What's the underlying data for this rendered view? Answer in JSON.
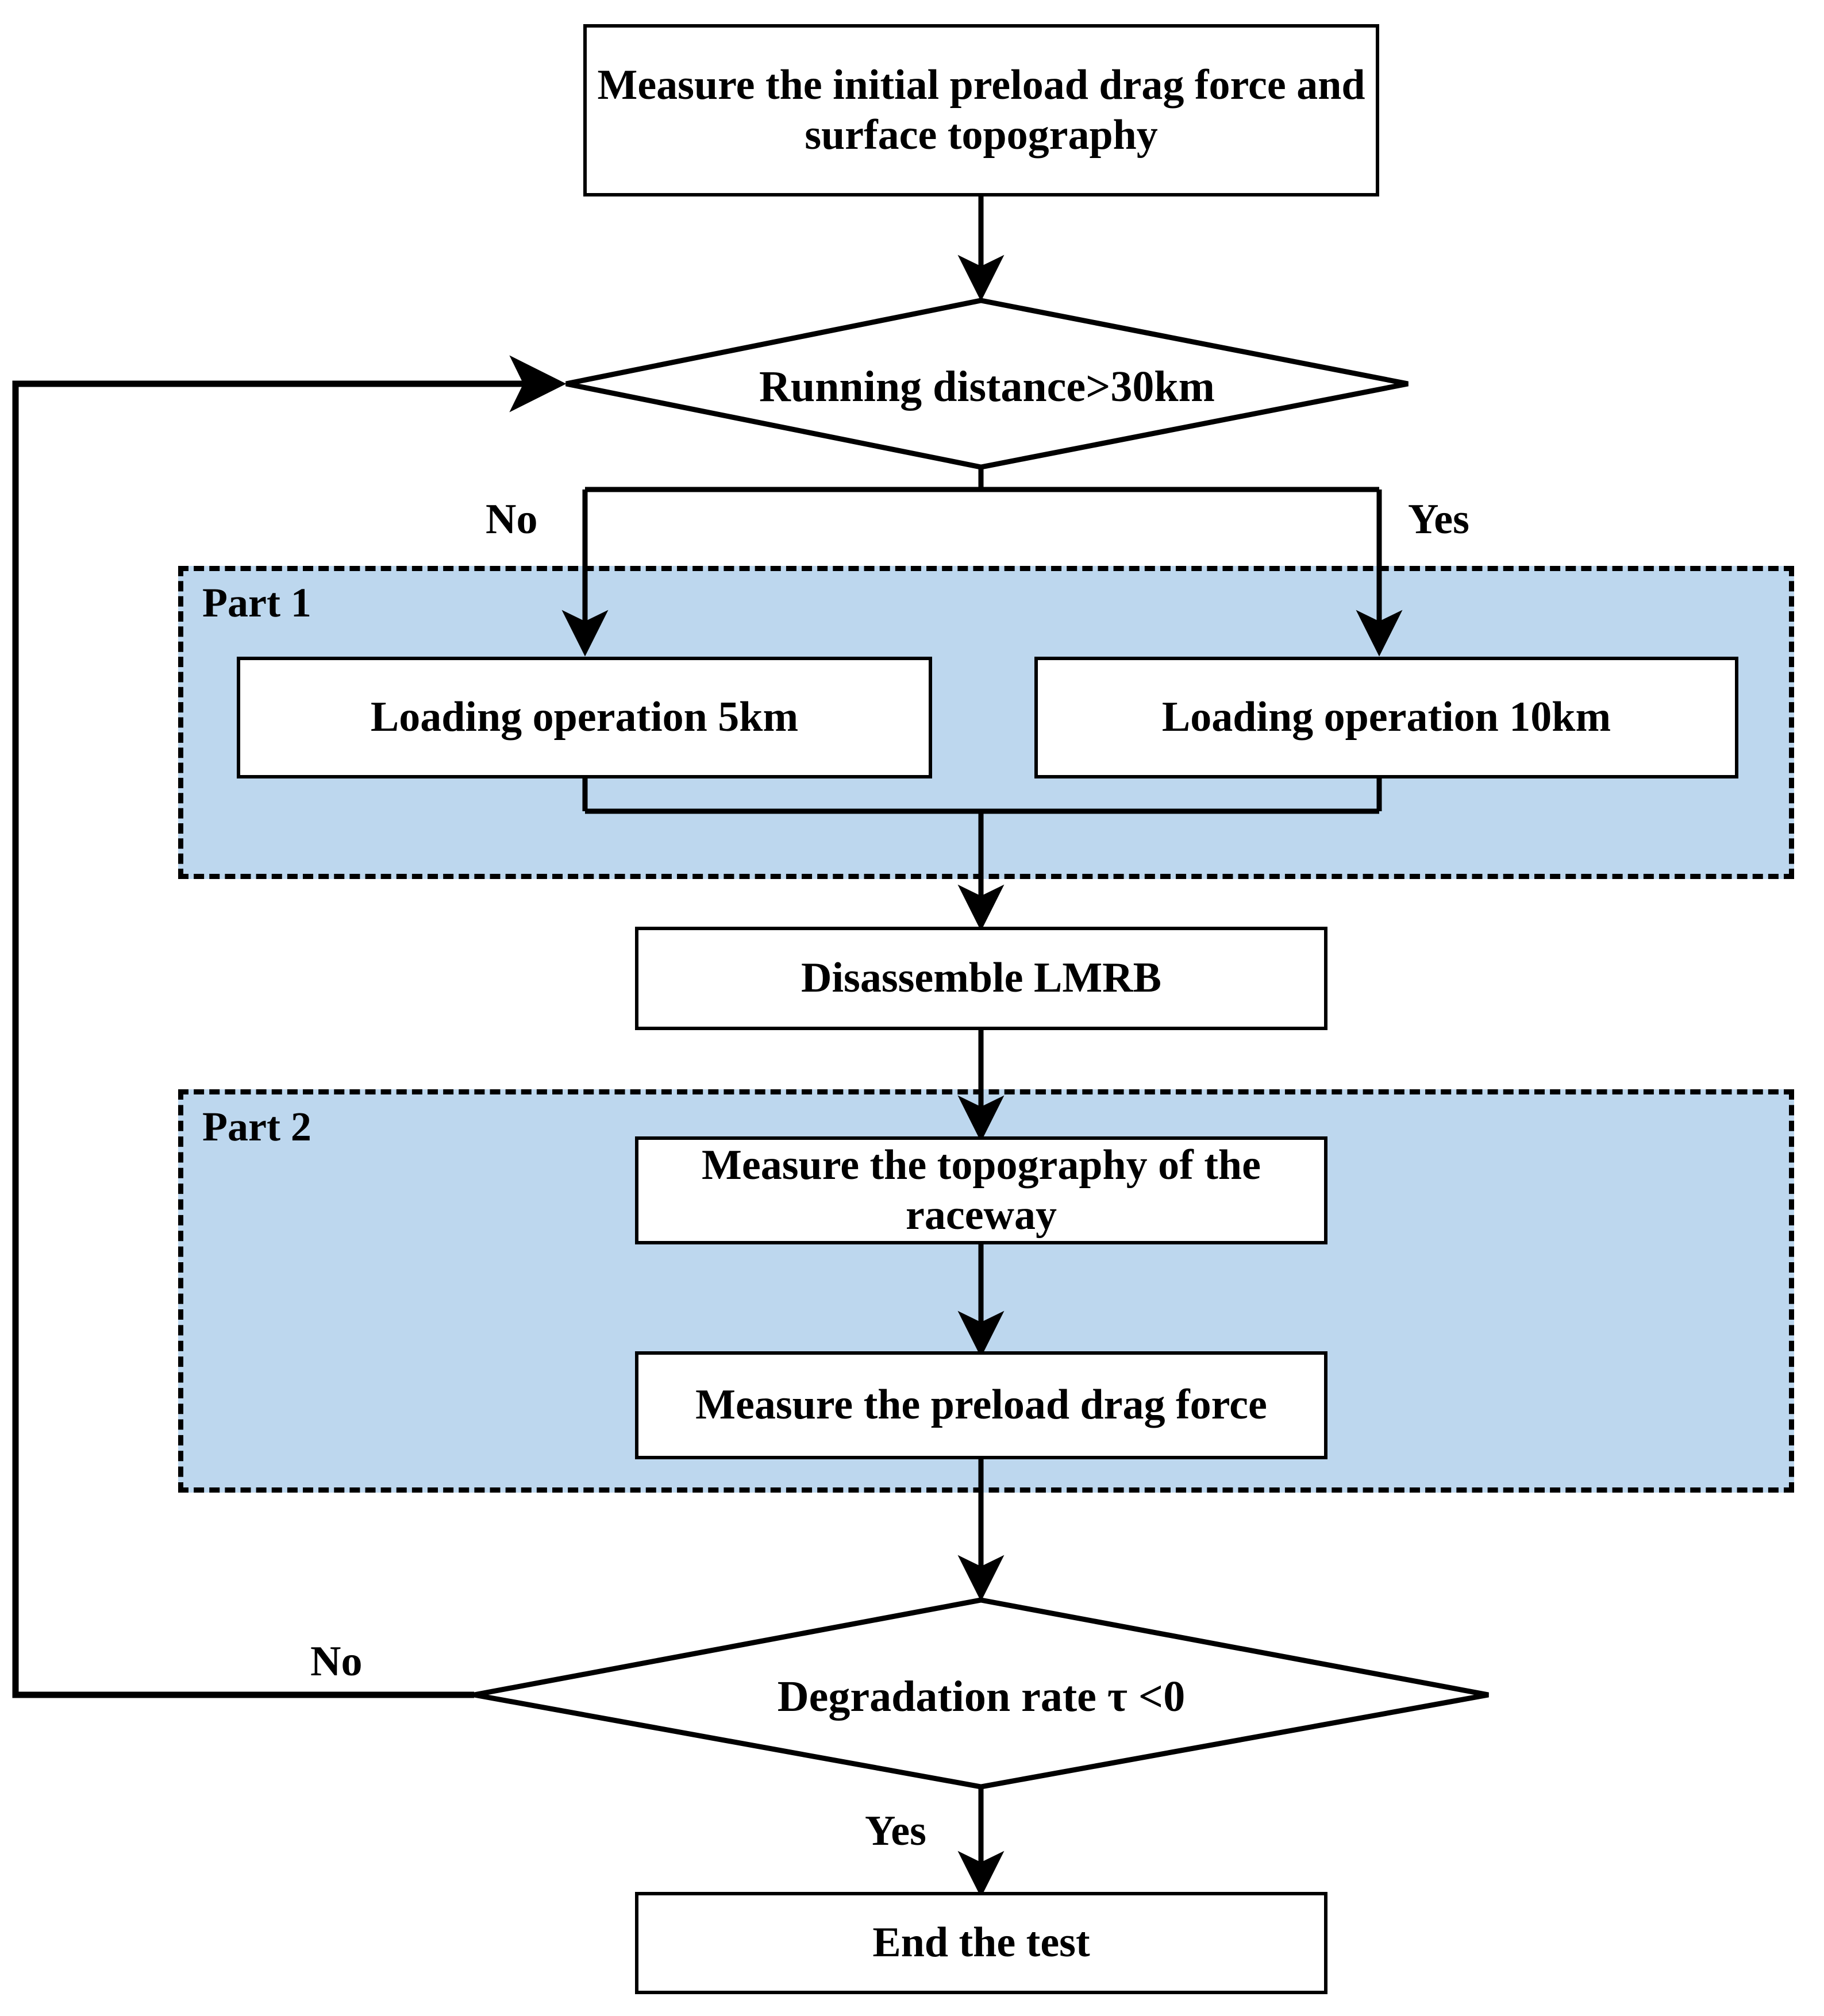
{
  "diagram": {
    "title": "LMRB preload degradation test flowchart",
    "colors": {
      "panel_fill": "#bdd7ee",
      "panel_border": "#000000",
      "node_fill": "#ffffff",
      "line": "#000000"
    },
    "nodes": {
      "start": {
        "label": "Measure the initial preload drag force and surface topography",
        "shape": "process"
      },
      "decision_distance": {
        "label": "Running distance>30km",
        "shape": "decision"
      },
      "loading_5km": {
        "label": "Loading operation 5km",
        "shape": "process"
      },
      "loading_10km": {
        "label": "Loading operation 10km",
        "shape": "process"
      },
      "disassemble": {
        "label": "Disassemble LMRB",
        "shape": "process"
      },
      "measure_topography": {
        "label": "Measure the topography of the raceway",
        "shape": "process"
      },
      "measure_preload": {
        "label": "Measure the preload drag force",
        "shape": "process"
      },
      "decision_degradation": {
        "label": "Degradation rate  τ <0",
        "shape": "decision"
      },
      "end": {
        "label": "End the test",
        "shape": "process"
      }
    },
    "panels": {
      "part1": {
        "label": "Part 1"
      },
      "part2": {
        "label": "Part 2"
      }
    },
    "edge_labels": {
      "distance_no": "No",
      "distance_yes": "Yes",
      "degradation_no": "No",
      "degradation_yes": "Yes"
    }
  }
}
